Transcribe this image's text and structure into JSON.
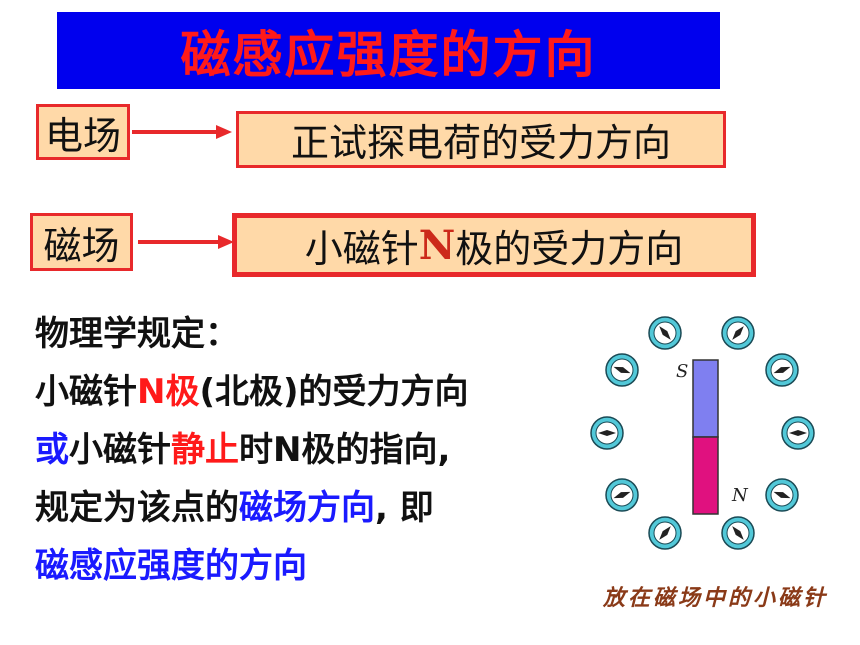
{
  "title": "磁感应强度的方向",
  "electric": {
    "label": "电场",
    "desc": "正试探电荷的受力方向"
  },
  "magnetic": {
    "label": "磁场",
    "desc_pre": "小磁针",
    "desc_n": "N",
    "desc_post": "极的受力方向"
  },
  "rule": {
    "heading": "物理学规定：",
    "l2_a": "小磁针",
    "l2_b": "N极",
    "l2_c": "(北极)的受力方向",
    "l3_a": "或",
    "l3_b": "小磁针",
    "l3_c": "静止",
    "l3_d": "时N极的指向,",
    "l4_a": "规定为该点的",
    "l4_b": "磁场方向",
    "l4_c": ", 即",
    "l5": "磁感应强度的方向"
  },
  "figure": {
    "s_label": "S",
    "n_label": "N",
    "caption": "放在磁场中的小磁针"
  },
  "colors": {
    "title_bg": "#0000ee",
    "title_text": "#ff1a1a",
    "box_fill": "#ffd9a8",
    "box_border": "#e8292b",
    "emphasis_red": "#ff1a1a",
    "emphasis_blue": "#1a1aff",
    "magnet_s": "#7f7ff0",
    "magnet_n": "#e0117f",
    "compass": "#52c8d8"
  }
}
